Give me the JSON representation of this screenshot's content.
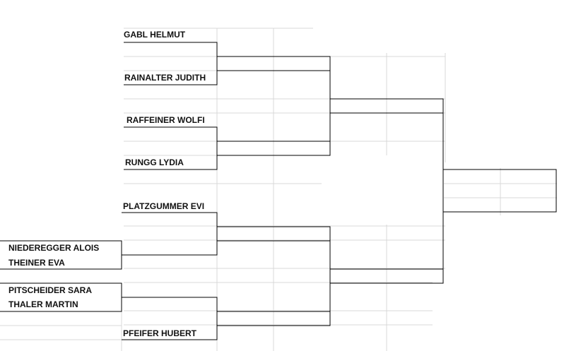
{
  "bracket": {
    "players": [
      "GABL HELMUT",
      "RAINALTER JUDITH",
      "RAFFEINER WOLFI",
      "RUNGG LYDIA",
      "PLATZGUMMER EVI",
      "NIEDEREGGER ALOIS",
      "THEINER EVA",
      "PITSCHEIDER SARA",
      "THALER MARTIN",
      "PFEIFER HUBERT"
    ]
  },
  "colors": {
    "grid": "#d9d9d9",
    "line": "#000000",
    "text": "#111111",
    "background": "#ffffff"
  }
}
